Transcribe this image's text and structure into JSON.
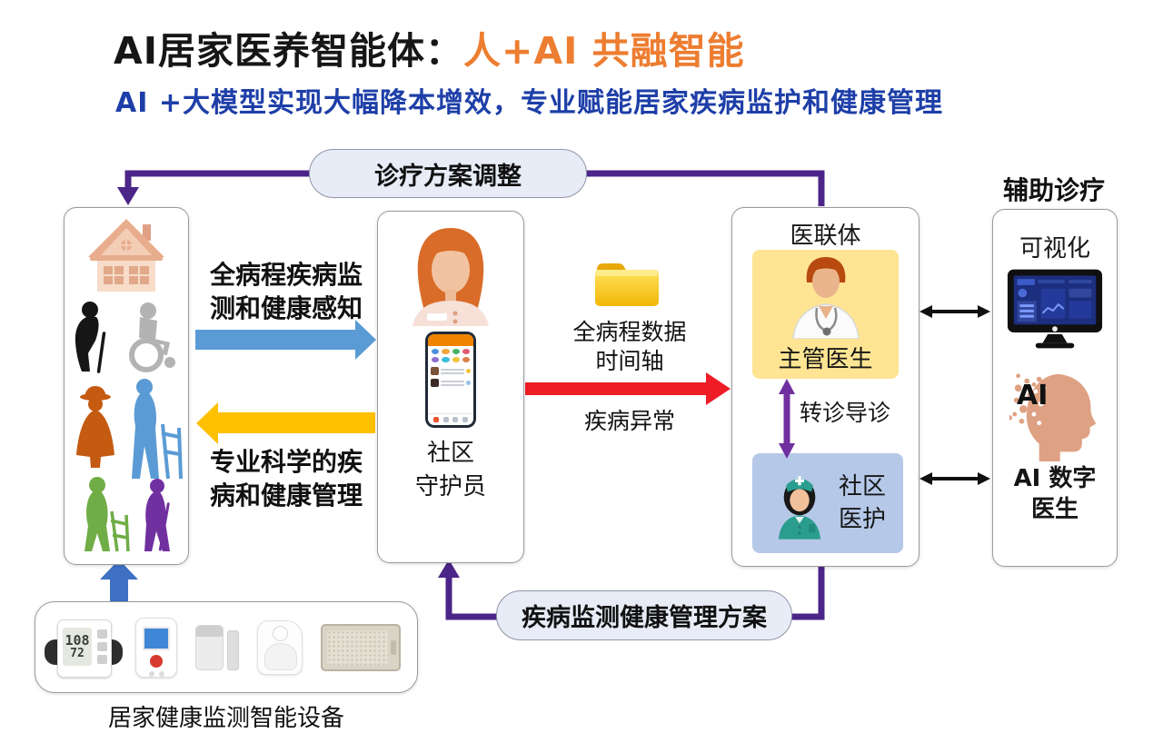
{
  "title": {
    "prefix": "AI居家医养智能体：",
    "highlight": "人+AI 共融智能"
  },
  "subtitle": "AI +大模型实现大幅降本增效，专业赋能居家疾病监护和健康管理",
  "top_pill": "诊疗方案调整",
  "bottom_pill": "疾病监测健康管理方案",
  "labels": {
    "monitoring_up": "全病程疾病监\n测和健康感知",
    "management_down": "专业科学的疾\n病和健康管理",
    "folder": "全病程数据\n时间轴",
    "disease_abnormal": "疾病异常",
    "guardian": "社区\n守护员",
    "alliance": "医联体",
    "chief_doctor": "主管医生",
    "referral": "转诊导诊",
    "community_care": "社区\n医护",
    "aux_title": "辅助诊疗",
    "visualization": "可视化",
    "ai_badge": "AI",
    "ai_doctor": "AI 数字\n医生",
    "devices_caption": "居家健康监测智能设备"
  },
  "devices": {
    "bp_sys": "108",
    "bp_dia": "72"
  },
  "icons": [
    "house-icon",
    "elderly-silhouettes",
    "guardian-avatar",
    "phone-app",
    "folder-icon",
    "doctor-avatar",
    "nurse-avatar",
    "dashboard-monitor-icon",
    "ai-head-icon",
    "bp-monitor-device",
    "sos-pendant-device",
    "door-sensor-device",
    "motion-sensor-device",
    "sleep-mat-device"
  ],
  "colors": {
    "purple": "#4b2587",
    "referral_purple": "#7030a0",
    "blue_arrow": "#5b9bd5",
    "yellow_arrow": "#ffc000",
    "red_arrow": "#ee1c24",
    "orange": "#ed7d31",
    "subtitle": "#1e3fa8",
    "pill_bg": "#e7ecf7",
    "doctor_card": "#ffe593",
    "nurse_card": "#b5c8e8",
    "device_blue": "#3e71c4"
  }
}
